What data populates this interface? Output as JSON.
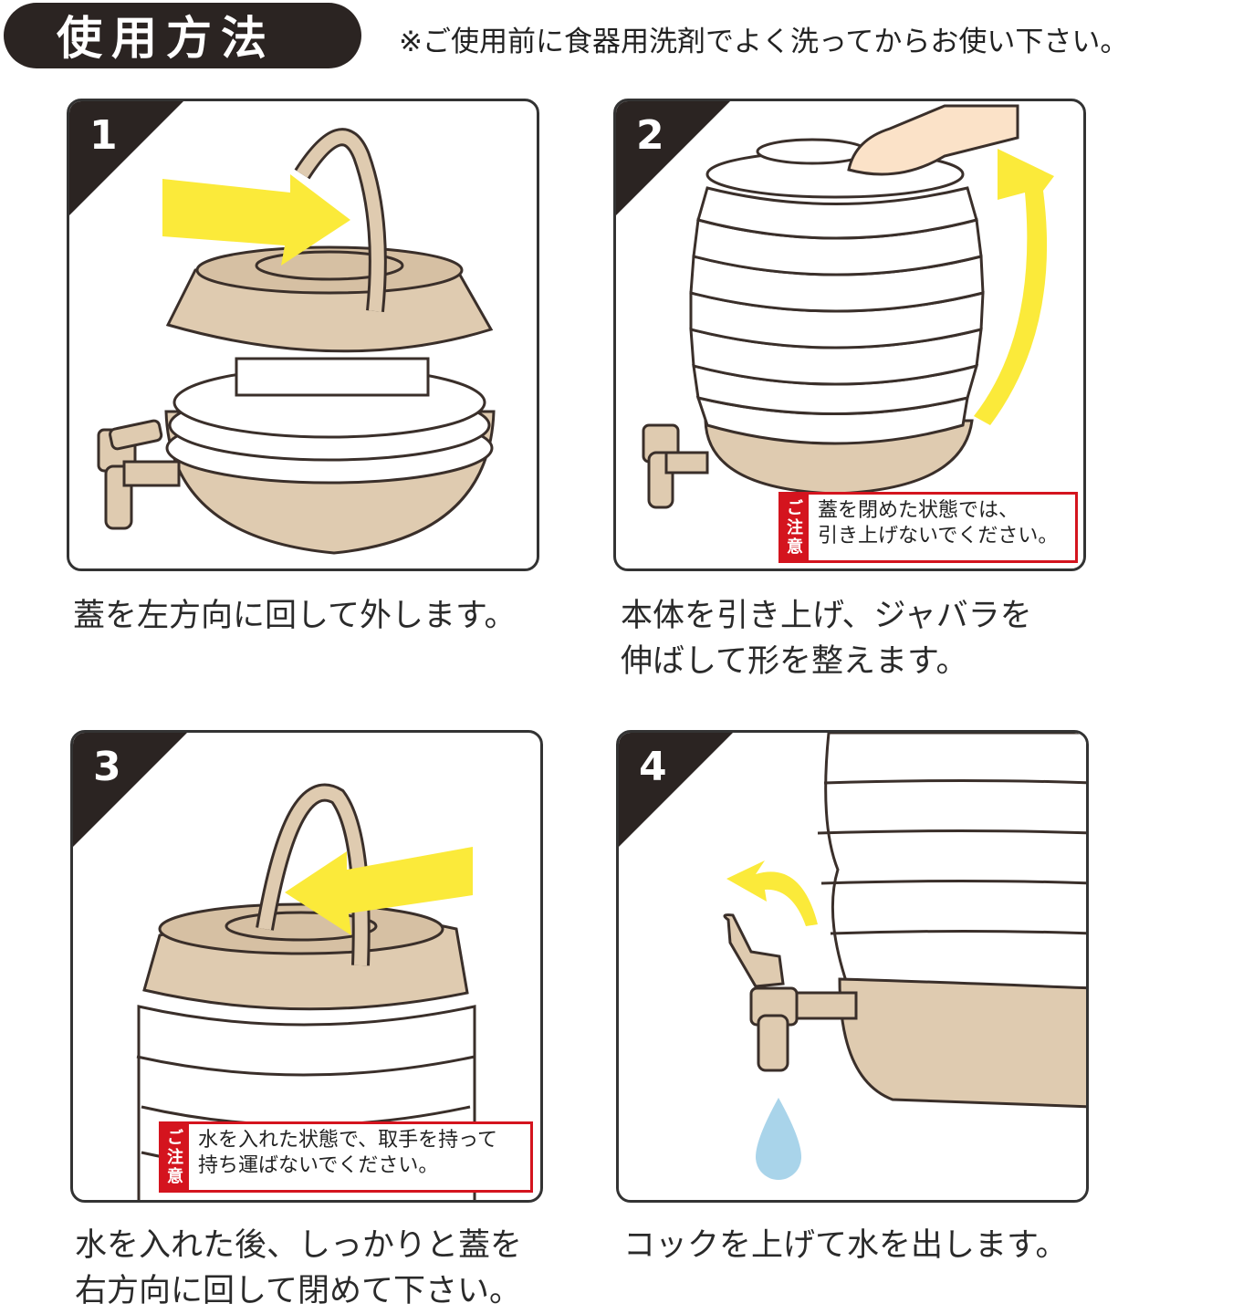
{
  "header": {
    "title": "使用方法",
    "note": "※ご使用前に食器用洗剤でよく洗ってからお使い下さい。"
  },
  "colors": {
    "title_bg": "#2b2422",
    "accent_arrow": "#fbea3a",
    "body_beige": "#dfcbb0",
    "caution_red": "#d4141e",
    "water_drop": "#a9d4ea"
  },
  "steps": [
    {
      "number": "1",
      "caption_lines": [
        "蓋を左方向に回して外します。"
      ]
    },
    {
      "number": "2",
      "caption_lines": [
        "本体を引き上げ、ジャバラを",
        "伸ばして形を整えます。"
      ],
      "caution": {
        "label": [
          "ご",
          "注",
          "意"
        ],
        "lines": [
          "蓋を閉めた状態では、",
          "引き上げないでください。"
        ]
      }
    },
    {
      "number": "3",
      "caption_lines": [
        "水を入れた後、しっかりと蓋を",
        "右方向に回して閉めて下さい。"
      ],
      "caution": {
        "label": [
          "ご",
          "注",
          "意"
        ],
        "lines": [
          "水を入れた状態で、取手を持って",
          "持ち運ばないでください。"
        ]
      }
    },
    {
      "number": "4",
      "caption_lines": [
        "コックを上げて水を出します。"
      ]
    }
  ]
}
